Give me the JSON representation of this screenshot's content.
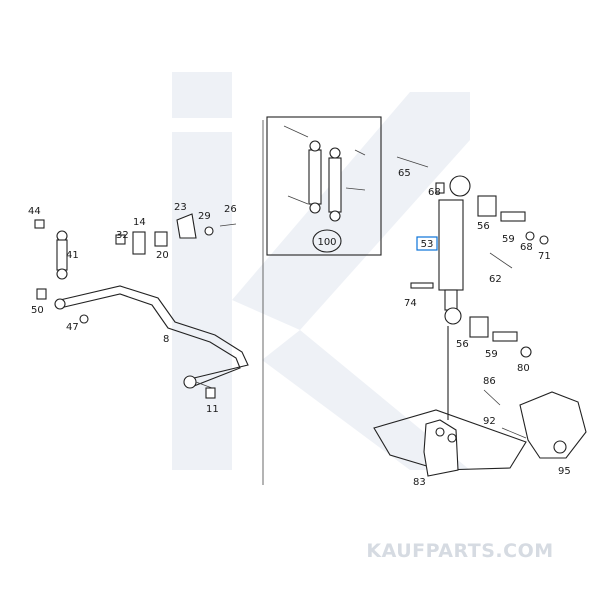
{
  "watermark": {
    "brand": "KAUFPARTS.COM"
  },
  "highlight_color": "#0a73d9",
  "part_labels": {
    "p8": "8",
    "p11": "11",
    "p14": "14",
    "p20": "20",
    "p23": "23",
    "p26": "26",
    "p29": "29",
    "p32": "32",
    "p41": "41",
    "p44": "44",
    "p47": "47",
    "p50": "50",
    "p53": "53",
    "p56a": "56",
    "p56b": "56",
    "p59a": "59",
    "p59b": "59",
    "p62": "62",
    "p65": "65",
    "p68a": "68",
    "p68b": "68",
    "p71": "71",
    "p74": "74",
    "p80": "80",
    "p83": "83",
    "p86": "86",
    "p92": "92",
    "p95": "95",
    "p100": "100"
  }
}
